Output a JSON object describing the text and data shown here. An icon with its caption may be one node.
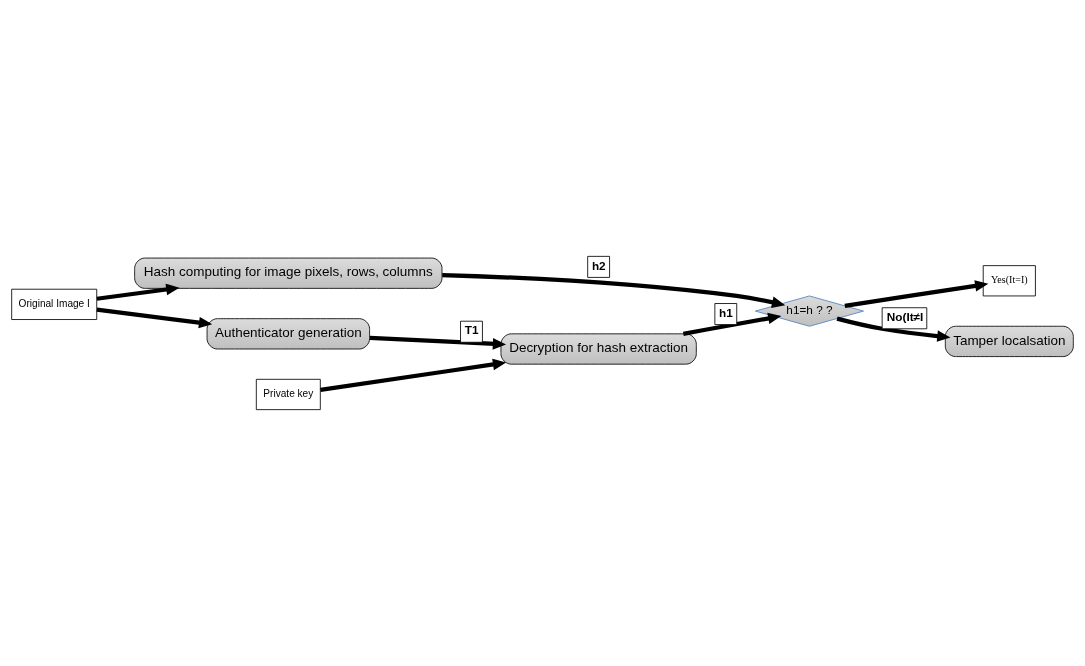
{
  "diagram": {
    "nodes": [
      {
        "text": [
          "Original Image I"
        ]
      },
      {
        "text": [
          "Hash computing for image pixels, rows, columns"
        ]
      },
      {
        "text": [
          "Authenticator generation"
        ]
      },
      {
        "text": [
          "Decryption for hash extraction"
        ]
      },
      {
        "text": [
          "Private key"
        ]
      },
      {
        "text": [
          "h1=h ? ?"
        ]
      },
      {
        "text": [
          "Yes(It=I)"
        ]
      },
      {
        "text": [
          "Tamper localsation"
        ]
      }
    ],
    "edges": [
      {
        "from": 0,
        "to": 1,
        "arrow": "to"
      },
      {
        "from": 0,
        "to": 2,
        "arrow": "to"
      },
      {
        "from": 1,
        "to": 5,
        "arrow": "to",
        "label": "h2"
      },
      {
        "from": 2,
        "to": 3,
        "arrow": "to",
        "label": "T1"
      },
      {
        "from": 4,
        "to": 3,
        "arrow": "to"
      },
      {
        "from": 3,
        "to": 5,
        "arrow": "to",
        "label": "h1"
      },
      {
        "from": 5,
        "to": 6,
        "arrow": "to"
      },
      {
        "from": 5,
        "to": 7,
        "arrow": "to",
        "label": "No(It≠I"
      }
    ]
  }
}
